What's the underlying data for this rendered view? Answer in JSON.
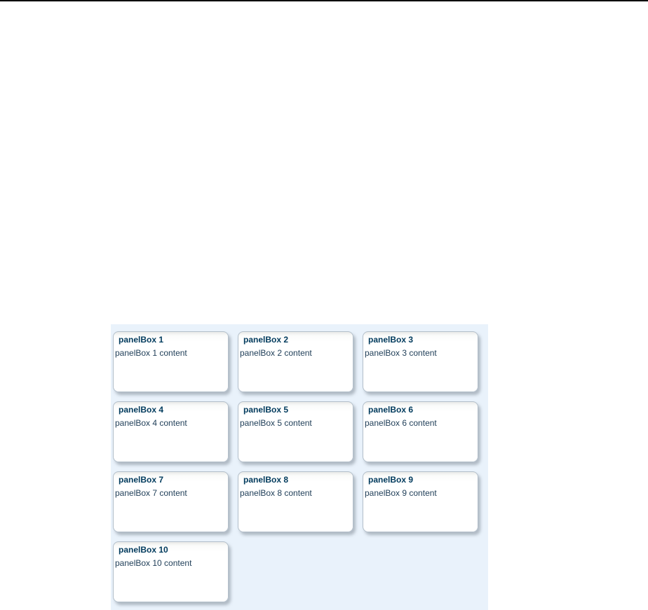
{
  "window": {
    "top_border_color": "#000000",
    "background_color": "#ffffff"
  },
  "panel_grid": {
    "background_color": "#e9f2fb",
    "box_border_color": "#b3bfca",
    "box_title_color": "#003a5c",
    "box_content_color": "#1e3d57",
    "columns": 3,
    "boxes": [
      {
        "title": "panelBox 1",
        "content": "panelBox 1 content"
      },
      {
        "title": "panelBox 2",
        "content": "panelBox 2 content"
      },
      {
        "title": "panelBox 3",
        "content": "panelBox 3 content"
      },
      {
        "title": "panelBox 4",
        "content": "panelBox 4 content"
      },
      {
        "title": "panelBox 5",
        "content": "panelBox 5 content"
      },
      {
        "title": "panelBox 6",
        "content": "panelBox 6 content"
      },
      {
        "title": "panelBox 7",
        "content": "panelBox 7 content"
      },
      {
        "title": "panelBox 8",
        "content": "panelBox 8 content"
      },
      {
        "title": "panelBox 9",
        "content": "panelBox 9 content"
      },
      {
        "title": "panelBox 10",
        "content": "panelBox 10 content"
      }
    ]
  }
}
